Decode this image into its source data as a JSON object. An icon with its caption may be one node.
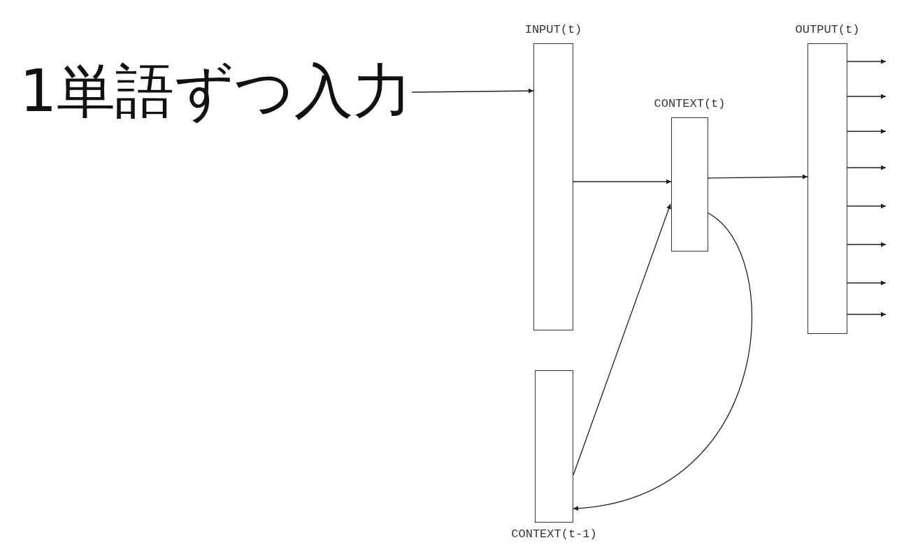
{
  "diagram": {
    "nodes": [
      {
        "text": [
          "1単語ずつ入力"
        ]
      },
      {
        "text": [
          "INPUT(t)"
        ]
      },
      {
        "text": [
          "CONTEXT(t)"
        ]
      },
      {
        "text": [
          "OUTPUT(t)"
        ]
      },
      {
        "text": [
          "CONTEXT(t-1)"
        ]
      }
    ],
    "edges": [
      {
        "from": 0,
        "to": 1,
        "arrow": "to"
      },
      {
        "from": 1,
        "to": 2,
        "arrow": "to"
      },
      {
        "from": 2,
        "to": 3,
        "arrow": "to"
      },
      {
        "from": 2,
        "to": 4,
        "arrow": "to"
      },
      {
        "from": 4,
        "to": 2,
        "arrow": "to"
      },
      {
        "from": 3,
        "to": null,
        "arrow": "to"
      },
      {
        "from": 3,
        "to": null,
        "arrow": "to"
      },
      {
        "from": 3,
        "to": null,
        "arrow": "to"
      },
      {
        "from": 3,
        "to": null,
        "arrow": "to"
      },
      {
        "from": 3,
        "to": null,
        "arrow": "to"
      },
      {
        "from": 3,
        "to": null,
        "arrow": "to"
      },
      {
        "from": 3,
        "to": null,
        "arrow": "to"
      },
      {
        "from": 3,
        "to": null,
        "arrow": "to"
      }
    ]
  }
}
